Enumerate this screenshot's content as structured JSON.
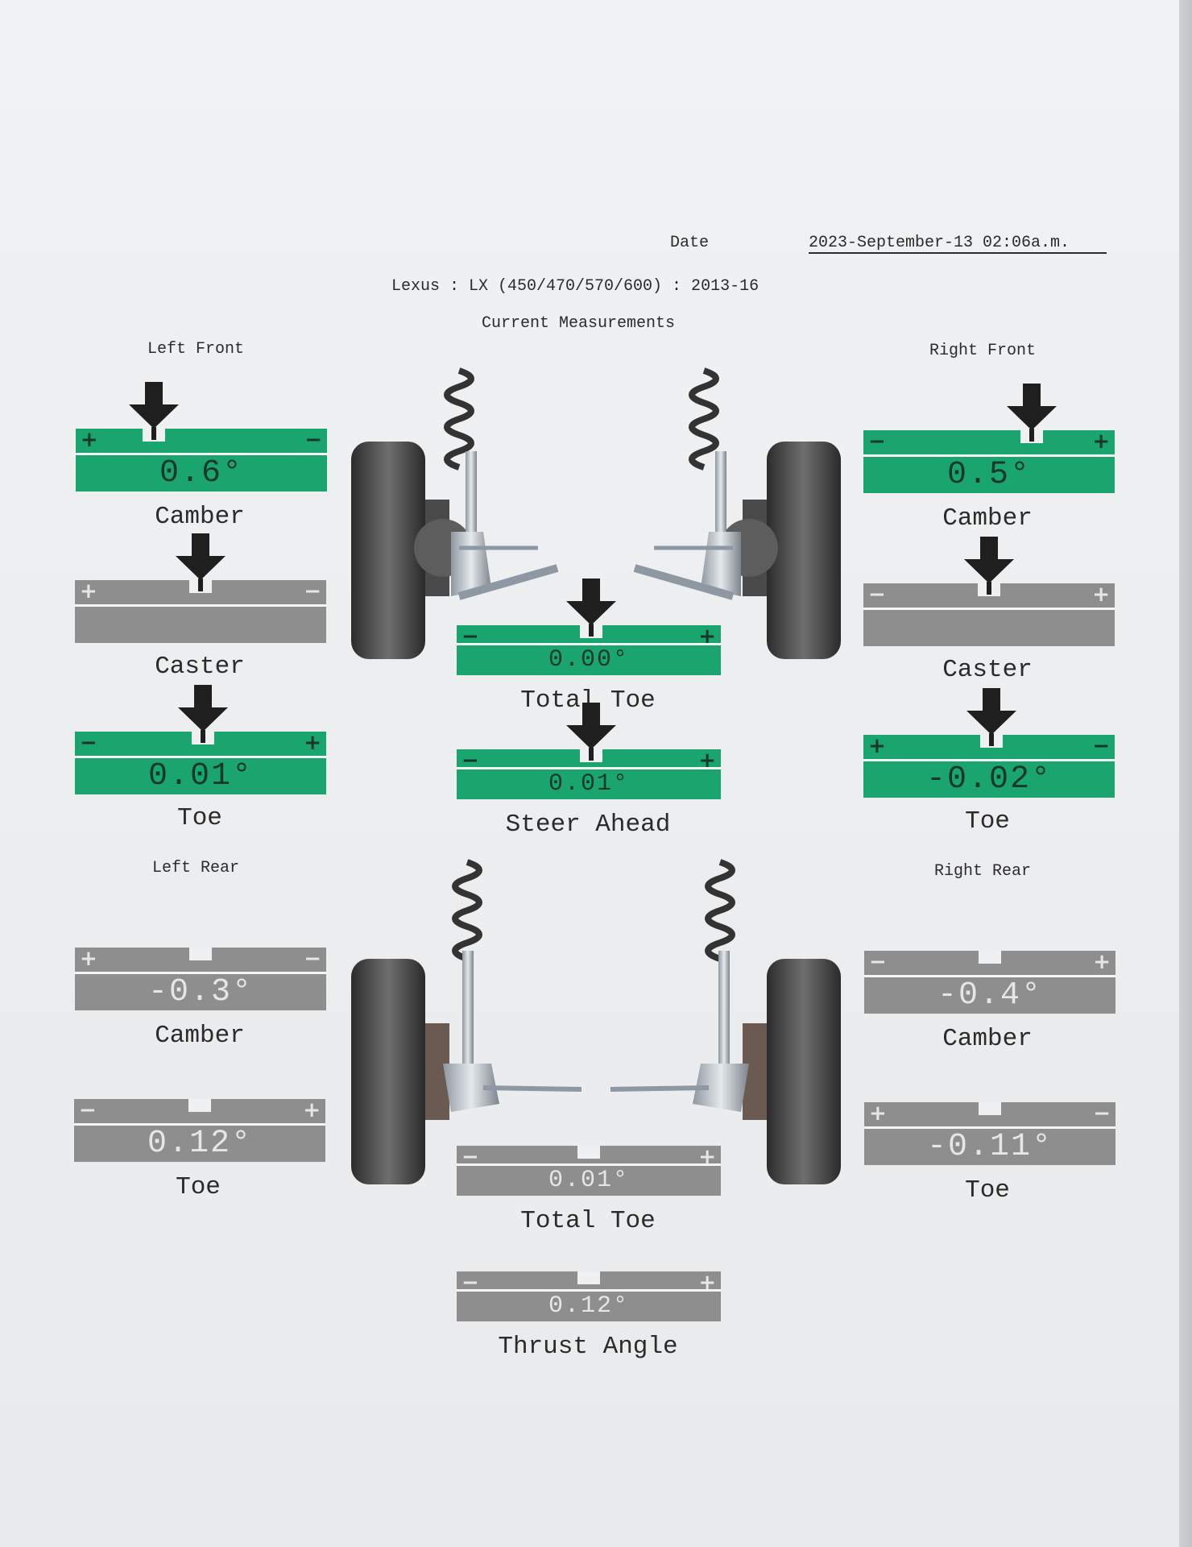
{
  "header": {
    "date_label": "Date",
    "date_value": "2023-September-13 02:06a.m.",
    "vehicle": "Lexus : LX (450/470/570/600) : 2013-16",
    "section": "Current Measurements"
  },
  "groups": {
    "left_front": "Left Front",
    "right_front": "Right Front",
    "left_rear": "Left Rear",
    "right_rear": "Right Rear"
  },
  "gauges": {
    "lf_camber": {
      "label": "Camber",
      "value": "0.6°",
      "left_sign": "+",
      "right_sign": "−",
      "state": "green",
      "indicator": 0.31
    },
    "rf_camber": {
      "label": "Camber",
      "value": "0.5°",
      "left_sign": "−",
      "right_sign": "+",
      "state": "green",
      "indicator": 0.67
    },
    "lf_caster": {
      "label": "Caster",
      "value": "",
      "left_sign": "+",
      "right_sign": "−",
      "state": "gray",
      "indicator": 0.5
    },
    "rf_caster": {
      "label": "Caster",
      "value": "",
      "left_sign": "−",
      "right_sign": "+",
      "state": "gray",
      "indicator": 0.5
    },
    "lf_toe": {
      "label": "Toe",
      "value": "0.01°",
      "left_sign": "−",
      "right_sign": "+",
      "state": "green",
      "indicator": 0.51
    },
    "rf_toe": {
      "label": "Toe",
      "value": "-0.02°",
      "left_sign": "+",
      "right_sign": "−",
      "state": "green",
      "indicator": 0.51
    },
    "front_total_toe": {
      "label": "Total Toe",
      "value": "0.00°",
      "left_sign": "−",
      "right_sign": "+",
      "state": "green",
      "indicator": 0.51
    },
    "steer_ahead": {
      "label": "Steer Ahead",
      "value": "0.01°",
      "left_sign": "−",
      "right_sign": "+",
      "state": "green",
      "indicator": 0.51
    },
    "lr_camber": {
      "label": "Camber",
      "value": "-0.3°",
      "left_sign": "+",
      "right_sign": "−",
      "state": "gray",
      "indicator": null
    },
    "rr_camber": {
      "label": "Camber",
      "value": "-0.4°",
      "left_sign": "−",
      "right_sign": "+",
      "state": "gray",
      "indicator": null
    },
    "lr_toe": {
      "label": "Toe",
      "value": "0.12°",
      "left_sign": "−",
      "right_sign": "+",
      "state": "gray",
      "indicator": null
    },
    "rr_toe": {
      "label": "Toe",
      "value": "-0.11°",
      "left_sign": "+",
      "right_sign": "−",
      "state": "gray",
      "indicator": null
    },
    "rear_total_toe": {
      "label": "Total Toe",
      "value": "0.01°",
      "left_sign": "−",
      "right_sign": "+",
      "state": "gray",
      "indicator": null
    },
    "thrust_angle": {
      "label": "Thrust Angle",
      "value": "0.12°",
      "left_sign": "−",
      "right_sign": "+",
      "state": "gray",
      "indicator": null
    }
  }
}
